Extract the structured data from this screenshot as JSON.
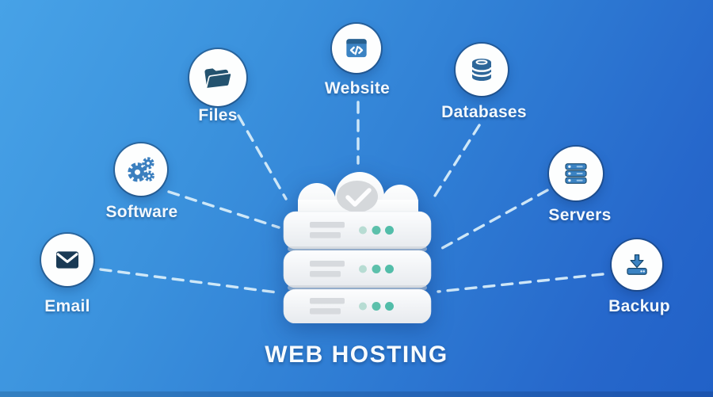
{
  "title": "WEB HOSTING",
  "nodes": [
    {
      "id": "files",
      "label": "Files",
      "icon": "open-folder-icon"
    },
    {
      "id": "website",
      "label": "Website",
      "icon": "code-window-icon"
    },
    {
      "id": "databases",
      "label": "Databases",
      "icon": "database-cylinder-icon"
    },
    {
      "id": "software",
      "label": "Software",
      "icon": "gears-icon"
    },
    {
      "id": "servers",
      "label": "Servers",
      "icon": "server-rack-icon"
    },
    {
      "id": "email",
      "label": "Email",
      "icon": "envelope-icon"
    },
    {
      "id": "backup",
      "label": "Backup",
      "icon": "download-tray-icon"
    }
  ],
  "server": {
    "tiers": 3,
    "dots_per_tier": 3,
    "status_icon": "check-cloud"
  },
  "colors": {
    "background_top_left": "#429ae3",
    "background_bottom_right": "#2263c9",
    "node_circle": "#fdfefe",
    "icon_navy": "#24536f",
    "icon_blue": "#3b83c3",
    "connector_dash": "#d7edfa",
    "label_text": "#f2f8fd",
    "server_body": "#f4f6f8",
    "server_bar": "#d7dade",
    "server_dot_light": "#b7dcd3",
    "server_dot_teal": "#56bfab",
    "check_circle": "#d5d8db"
  }
}
